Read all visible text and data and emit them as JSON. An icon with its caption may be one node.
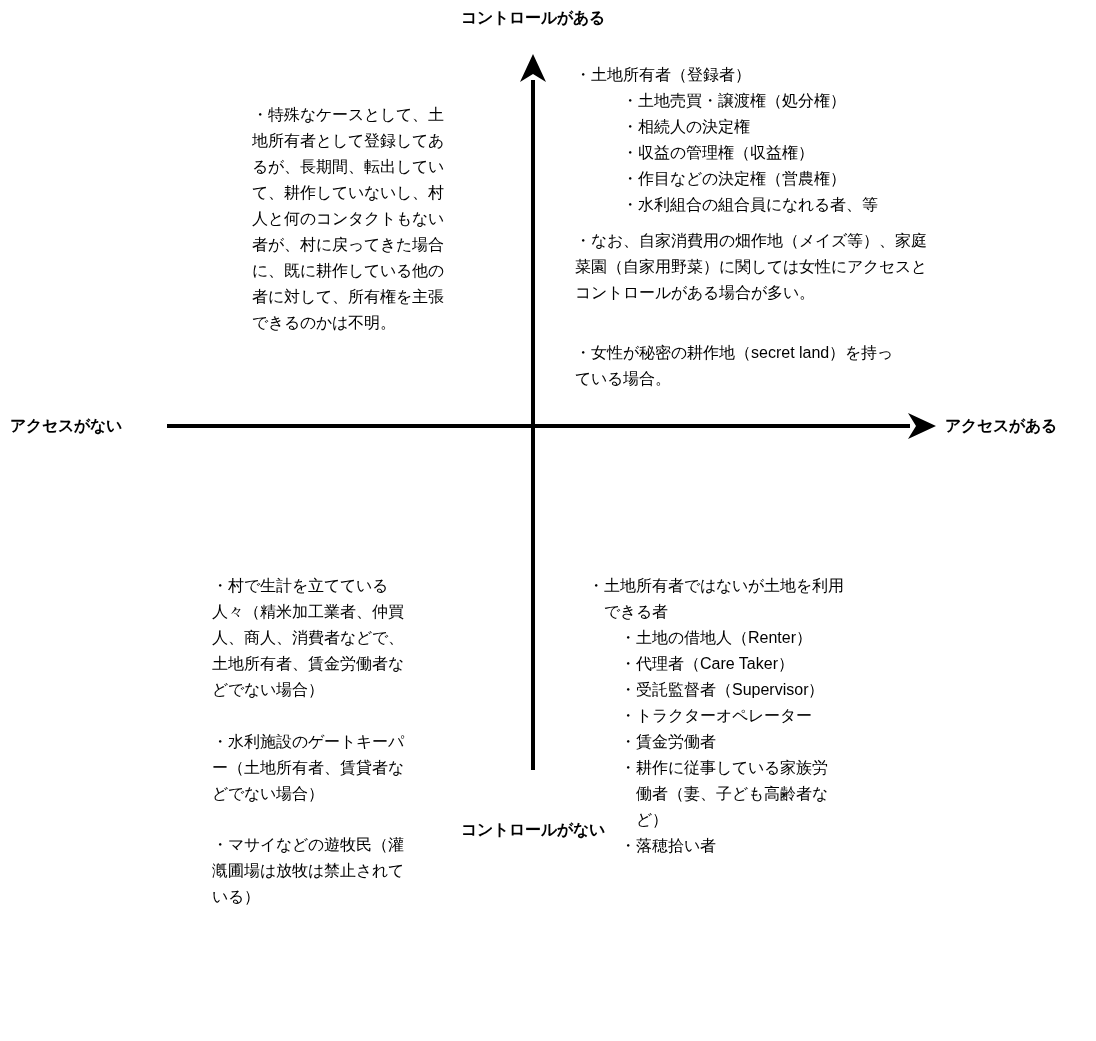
{
  "diagram": {
    "labels": [
      "コントロールがある",
      "・特殊なケースとして、土地所有者として登録してあるが、長期間、転出していて、耕作していないし、村人と何のコンタクトもない者が、村に戻ってきた場合に、既に耕作している他の者に対して、所有権を主張できるのかは不明。",
      "・土地所有者（登録者）",
      "・土地売買・譲渡権（処分権）",
      "・相続人の決定権",
      "・収益の管理権（収益権）",
      "・作目などの決定権（営農権）",
      "・水利組合の組合員になれる者、等",
      "・なお、自家消費用の畑作地（メイズ等）、家庭菜園（自家用野菜）に関しては女性にアクセスとコントロールがある場合が多い。",
      "・女性が秘密の耕作地（secret land）を持っている場合。",
      "アクセスがない",
      "アクセスがある",
      "・村で生計を立てている人々（精米加工業者、仲買人、商人、消費者などで、土地所有者、賃金労働者などでない場合）",
      "・水利施設のゲートキーパー（土地所有者、賃貸者などでない場合）",
      "・マサイなどの遊牧民（灌漑圃場は放牧は禁止されている）",
      "・土地所有者ではないが土地を利用できる者",
      "・土地の借地人（Renter）",
      "・代理者（Care Taker）",
      "・受託監督者（Supervisor）",
      "・トラクターオペレーター",
      "・賃金労働者",
      "・耕作に従事している家族労働者（妻、子ども高齢者など）",
      "・落穂拾い者",
      "コントロールがない"
    ]
  }
}
